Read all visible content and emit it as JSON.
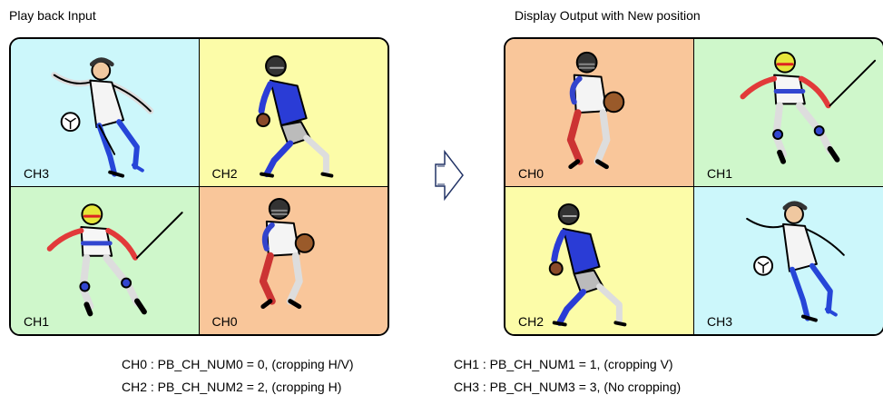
{
  "titles": {
    "input": "Play back Input",
    "output": "Display Output with New position"
  },
  "colors": {
    "soccer_bg": "#ccf7fb",
    "baseball_runner_bg": "#fcfca8",
    "ski_bg": "#cff7cb",
    "catcher_bg": "#f9c69a",
    "border": "#000000"
  },
  "input_grid": [
    {
      "label": "CH3",
      "figure": "soccer-player-icon",
      "bg": "#ccf7fb"
    },
    {
      "label": "CH2",
      "figure": "baseball-runner-icon",
      "bg": "#fcfca8"
    },
    {
      "label": "CH1",
      "figure": "skier-icon",
      "bg": "#cff7cb"
    },
    {
      "label": "CH0",
      "figure": "baseball-catcher-icon",
      "bg": "#f9c69a"
    }
  ],
  "output_grid": [
    {
      "label": "CH0",
      "figure": "baseball-catcher-icon",
      "bg": "#f9c69a"
    },
    {
      "label": "CH1",
      "figure": "skier-icon",
      "bg": "#cff7cb"
    },
    {
      "label": "CH2",
      "figure": "baseball-runner-icon",
      "bg": "#fcfca8"
    },
    {
      "label": "CH3",
      "figure": "soccer-player-icon",
      "bg": "#ccf7fb"
    }
  ],
  "notes": {
    "ch0": "CH0 : PB_CH_NUM0 = 0, (cropping H/V)",
    "ch1": "CH1 : PB_CH_NUM1 = 1, (cropping V)",
    "ch2": "CH2 : PB_CH_NUM2 = 2, (cropping H)",
    "ch3": "CH3 : PB_CH_NUM3 = 3, (No cropping)"
  }
}
